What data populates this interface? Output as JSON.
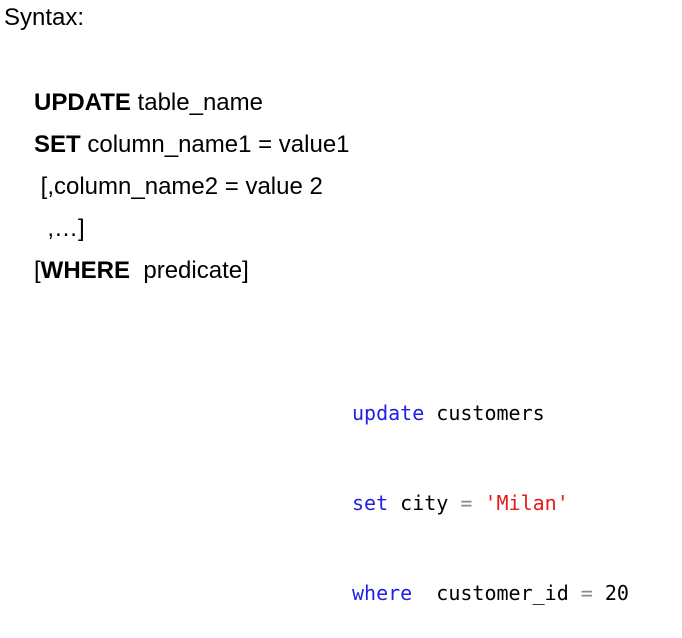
{
  "heading": "Syntax:",
  "syntax": {
    "line1": {
      "kw": "UPDATE",
      "rest": " table_name"
    },
    "line2": {
      "kw": "SET",
      "rest": " column_name1 = value1"
    },
    "line3": {
      "text": " [,column_name2 = value 2"
    },
    "line4": {
      "text": "  ,…]"
    },
    "line5": {
      "pre": "[",
      "kw": "WHERE",
      "rest": "  predicate]"
    }
  },
  "example": {
    "line1": {
      "kw": "update",
      "rest": " customers"
    },
    "line2": {
      "kw": "set",
      "mid": " city ",
      "op": "=",
      "sp": " ",
      "str": "'Milan'"
    },
    "line3": {
      "kw": "where",
      "mid": "  customer_id ",
      "op": "=",
      "rest": " 20"
    }
  },
  "colors": {
    "keyword": "#1f1fe6",
    "string": "#e61a1a",
    "operator": "#8a8a8a"
  }
}
